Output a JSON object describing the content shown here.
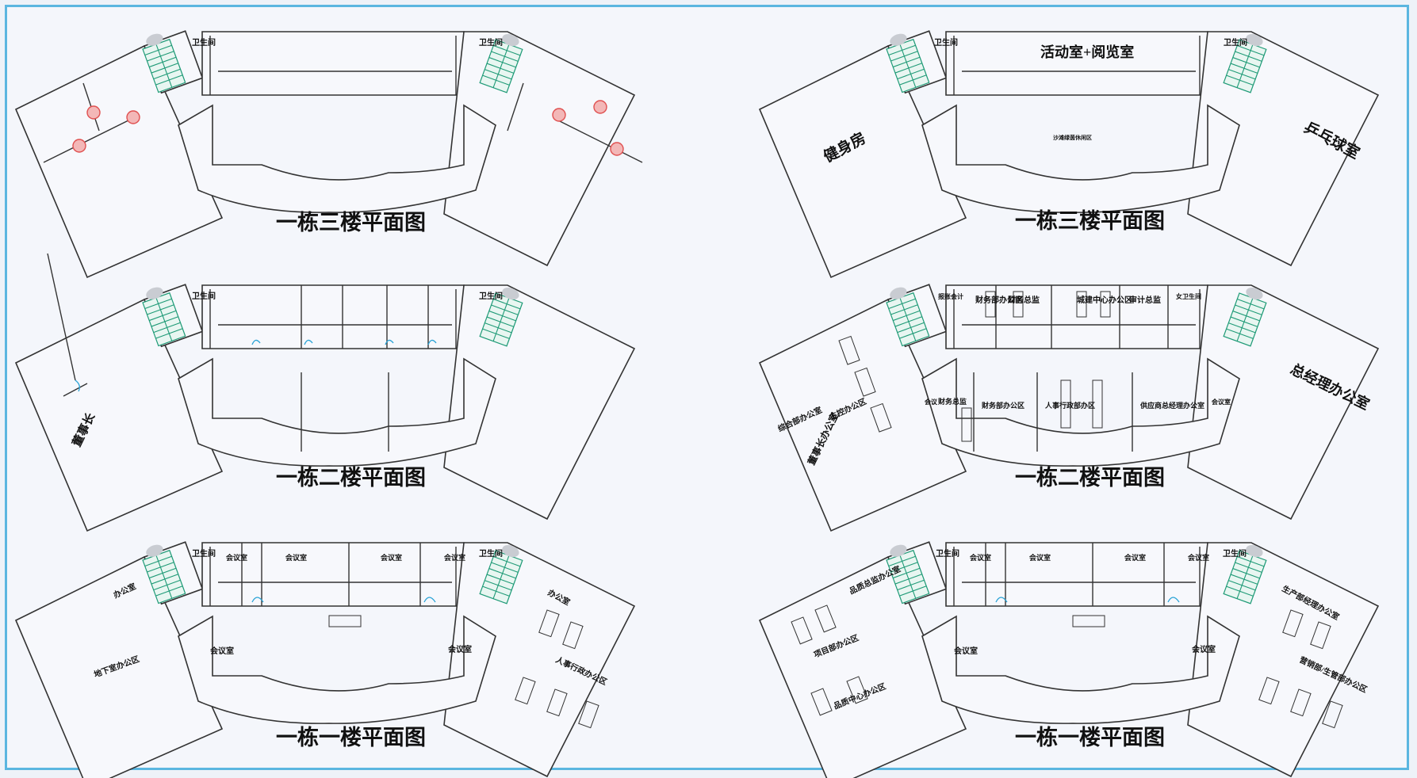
{
  "plans": [
    {
      "title": "一栋三楼平面图",
      "rooms": {
        "wc_left": "卫生间",
        "wc_right": "卫生间"
      }
    },
    {
      "title": "一栋三楼平面图",
      "rooms": {
        "wc_left": "卫生间",
        "wc_right": "卫生间",
        "activity": "活动室+阅览室",
        "center": "沙滩绿茵休闲区",
        "gym": "健身房",
        "pingpong": "乒乓球室"
      }
    },
    {
      "title": "一栋二楼平面图",
      "rooms": {
        "wc_left": "卫生间",
        "wc_right": "卫生间",
        "left_wing": "董事长"
      }
    },
    {
      "title": "一栋二楼平面图",
      "rooms": {
        "t1": "报账会计",
        "t2": "财务部办公区",
        "t3": "财务总监",
        "t4": "城建中心办公区",
        "t5": "审计总监",
        "t6": "女卫生间",
        "b1": "会议",
        "b2": "财务总监",
        "b3": "财务部办公区",
        "b4": "人事行政部办区",
        "b5": "供应商总经理办公室",
        "b6": "会议室",
        "l1": "综合部办公室",
        "l2": "主控办公区",
        "l3": "董事长办公室",
        "right": "总经理办公室"
      }
    },
    {
      "title": "一栋一楼平面图",
      "rooms": {
        "wc_left": "卫生间",
        "wc_right": "卫生间",
        "m1": "会议室",
        "m2": "会议室",
        "m3": "会议室",
        "m4": "会议室",
        "lw_office": "办公室",
        "lw_area": "地下室办公区",
        "lw_meet": "会议室",
        "rw_meet": "会议室",
        "rw_office": "办公室",
        "rw_area": "人事行政办公区"
      }
    },
    {
      "title": "一栋一楼平面图",
      "rooms": {
        "wc_left": "卫生间",
        "wc_right": "卫生间",
        "m1": "会议室",
        "m2": "会议室",
        "m3": "会议室",
        "m4": "会议室",
        "lw_office": "品质总监办公室",
        "lw_area1": "项目部办公区",
        "lw_area2": "品质中心办公区",
        "lw_meet": "会议室",
        "rw_meet": "会议室",
        "rw_office": "生产部经理办公室",
        "rw_area": "营销部/生管部办公区"
      }
    }
  ],
  "colors": {
    "frame": "#5bb6e0",
    "stairs": "#1e9a76",
    "doors": "#2aa3d6",
    "markers": "#e05050"
  }
}
